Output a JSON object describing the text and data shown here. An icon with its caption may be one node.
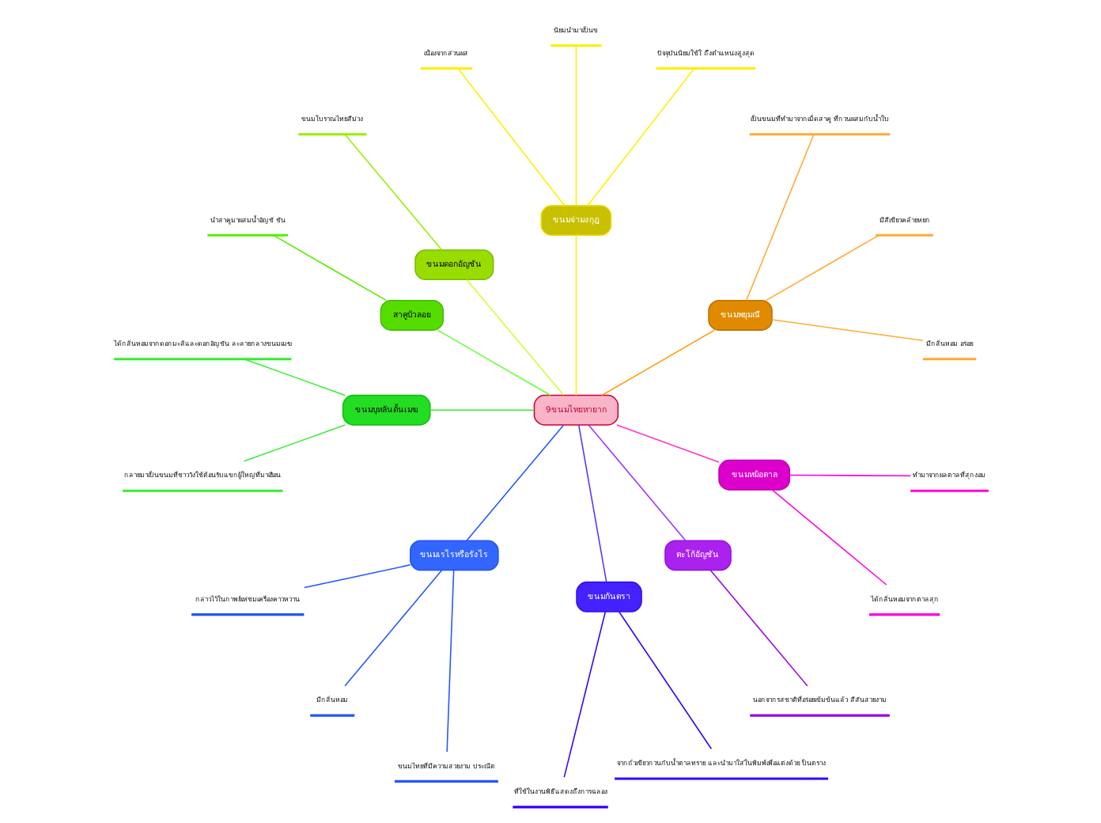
{
  "diagram": {
    "nodes": [
      {
        "text": [
          "9ขนมไทยหายาก"
        ]
      },
      {
        "text": [
          "ขนมพยุมณี"
        ]
      },
      {
        "text": [
          "มีกลิ่นหอม อร่อย"
        ]
      },
      {
        "text": [
          "มีสีเขียวคล้ายหยก"
        ]
      },
      {
        "text": [
          "เป็นขนมที่ทำมาจากเม็ดสาคู ที่กวนผสมกับน้ำใบ"
        ]
      },
      {
        "text": [
          "ขนมจ่ามงกุฎ"
        ]
      },
      {
        "text": [
          "ปัจจุบันนิยมใช้ใ ถึงตำแหน่งสูงสุด"
        ]
      },
      {
        "text": [
          "นิยมนำมาเป็นข"
        ]
      },
      {
        "text": [
          "เนื่องจากส่วนผส"
        ]
      },
      {
        "text": [
          "ขนมดอกอัญชัน"
        ]
      },
      {
        "text": [
          "ขนมโบราณไทยสีม่วง"
        ]
      },
      {
        "text": [
          "สาคูบัวลอย"
        ]
      },
      {
        "text": [
          "นำสาคูมาผสมน้ำอัญชั ชัน"
        ]
      },
      {
        "text": [
          "ขนมบุหลันดั้นเมฆ"
        ]
      },
      {
        "text": [
          "ได้กลิ่นหอมจากดอกมะลิและดอกอัญชัน ละลายกลางขนมเมฆ"
        ]
      },
      {
        "text": [
          "กลายมาเป็นขนมที่ชาววังใช้ต้อนรับแขกผู้ใหญ่ที่มาเยือน"
        ]
      },
      {
        "text": [
          "ขนมเรไรหรือรังไร"
        ]
      },
      {
        "text": [
          "กล่าวไว้ในกาพย์เห่ชมเครื่องคาวหวาน"
        ]
      },
      {
        "text": [
          "มีกลิ่นหอม"
        ]
      },
      {
        "text": [
          "ขนมไทยที่มีความสวยงาม ประณีต"
        ]
      },
      {
        "text": [
          "ขนมกันตรา"
        ]
      },
      {
        "text": [
          "ที่ใช้ในงานพิธีแสดงถึงการฉลอง"
        ]
      },
      {
        "text": [
          "จากถั่วเขียวกวนกับน้ำตาลทราย และนำมาใส่ในพิมพ์เพื่อแต่งด้วย ป็นตราง"
        ]
      },
      {
        "text": [
          "ตะโก้อัญชัน"
        ]
      },
      {
        "text": [
          "นอกจากรสชาติที่อร่อยเข้มข้นแล้ว สีสันสวยงาม"
        ]
      },
      {
        "text": [
          "ขนมหม้อตาล"
        ]
      },
      {
        "text": [
          "ได้กลิ่นหอมจากตาลสุก"
        ]
      },
      {
        "text": [
          "ทำมาจากผลตาลที่สุกงอม"
        ]
      }
    ],
    "edges": [
      {
        "from": 0,
        "to": 1,
        "arrow": "none",
        "color": "#ff9900"
      },
      {
        "from": 1,
        "to": 2,
        "arrow": "none",
        "color": "#ffaa33"
      },
      {
        "from": 1,
        "to": 3,
        "arrow": "none",
        "color": "#ffaa33"
      },
      {
        "from": 1,
        "to": 4,
        "arrow": "none",
        "color": "#ffaa33"
      },
      {
        "from": 0,
        "to": 5,
        "arrow": "none",
        "color": "#ffee00"
      },
      {
        "from": 5,
        "to": 6,
        "arrow": "none",
        "color": "#ffee00"
      },
      {
        "from": 5,
        "to": 7,
        "arrow": "none",
        "color": "#ffee00"
      },
      {
        "from": 5,
        "to": 8,
        "arrow": "none",
        "color": "#ffee00"
      },
      {
        "from": 0,
        "to": 9,
        "arrow": "none",
        "color": "#ccff33"
      },
      {
        "from": 9,
        "to": 10,
        "arrow": "none",
        "color": "#99ee00"
      },
      {
        "from": 0,
        "to": 11,
        "arrow": "none",
        "color": "#66ff33"
      },
      {
        "from": 11,
        "to": 12,
        "arrow": "none",
        "color": "#55ee00"
      },
      {
        "from": 0,
        "to": 13,
        "arrow": "none",
        "color": "#33ee33"
      },
      {
        "from": 13,
        "to": 14,
        "arrow": "none",
        "color": "#33ee33"
      },
      {
        "from": 13,
        "to": 15,
        "arrow": "none",
        "color": "#33ee33"
      },
      {
        "from": 0,
        "to": 16,
        "arrow": "none",
        "color": "#2255ff"
      },
      {
        "from": 16,
        "to": 17,
        "arrow": "none",
        "color": "#2255ff"
      },
      {
        "from": 16,
        "to": 18,
        "arrow": "none",
        "color": "#2255ff"
      },
      {
        "from": 16,
        "to": 19,
        "arrow": "none",
        "color": "#2255ff"
      },
      {
        "from": 0,
        "to": 20,
        "arrow": "none",
        "color": "#5533ff"
      },
      {
        "from": 20,
        "to": 21,
        "arrow": "none",
        "color": "#3300ff"
      },
      {
        "from": 20,
        "to": 22,
        "arrow": "none",
        "color": "#3300ff"
      },
      {
        "from": 0,
        "to": 23,
        "arrow": "none",
        "color": "#9933ff"
      },
      {
        "from": 23,
        "to": 24,
        "arrow": "none",
        "color": "#9900ee"
      },
      {
        "from": 0,
        "to": 25,
        "arrow": "none",
        "color": "#ff33cc"
      },
      {
        "from": 25,
        "to": 26,
        "arrow": "none",
        "color": "#ff00dd"
      },
      {
        "from": 25,
        "to": 27,
        "arrow": "none",
        "color": "#ff00dd"
      }
    ]
  }
}
